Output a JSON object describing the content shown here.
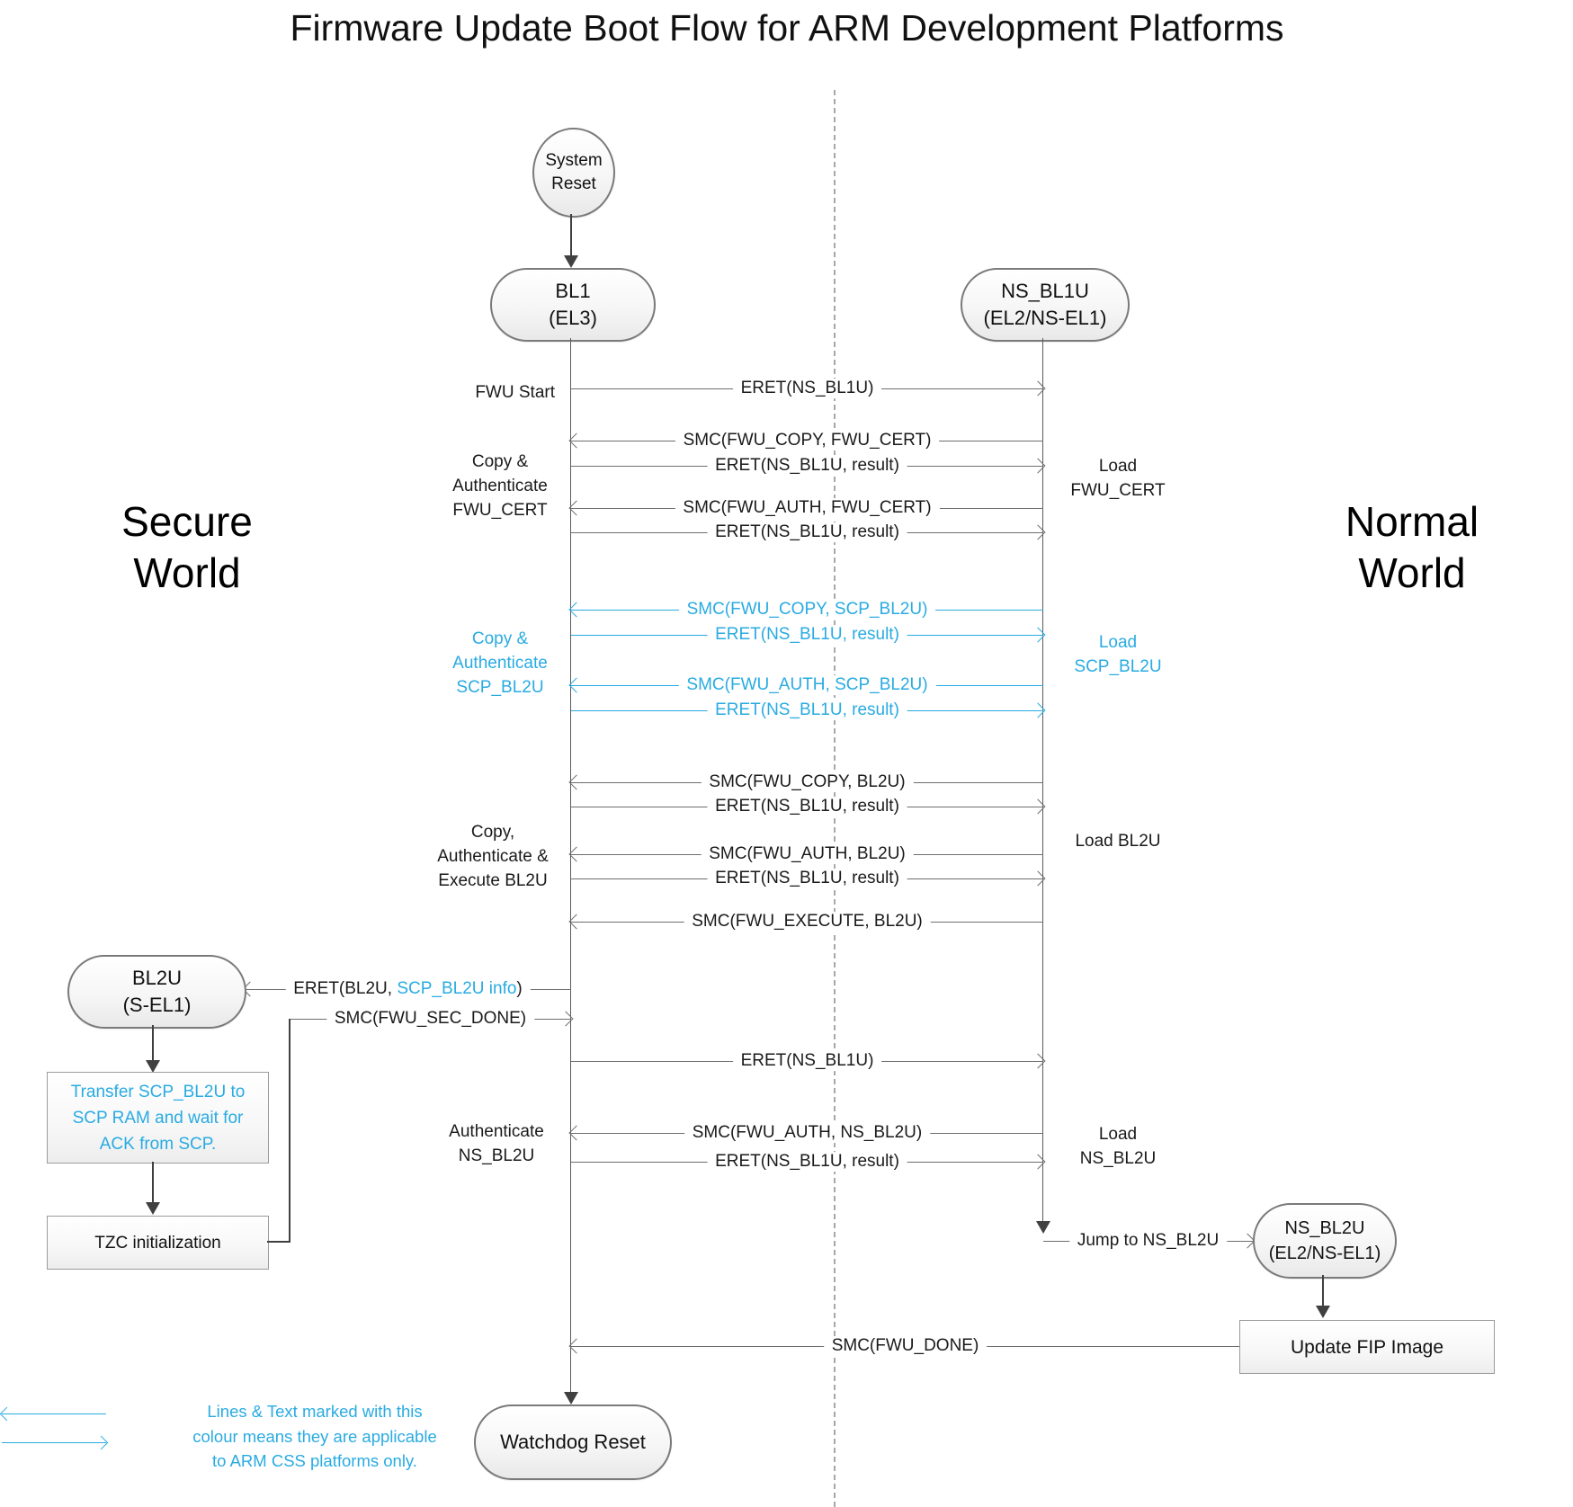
{
  "title": "Firmware Update Boot Flow for ARM Development Platforms",
  "colors": {
    "css_only_blue": "#29ABE2",
    "line_gray": "#6e6e6e",
    "flow_dark": "#404040"
  },
  "worlds": {
    "secure": "Secure\nWorld",
    "normal": "Normal\nWorld"
  },
  "nodes": {
    "system_reset": "System\nReset",
    "bl1": "BL1\n(EL3)",
    "ns_bl1u": "NS_BL1U\n(EL2/NS-EL1)",
    "bl2u": "BL2U\n(S-EL1)",
    "ns_bl2u": "NS_BL2U\n(EL2/NS-EL1)",
    "transfer_scp": "Transfer SCP_BL2U to\nSCP RAM and wait for\nACK from SCP.",
    "tzc_init": "TZC initialization",
    "update_fip": "Update FIP Image",
    "watchdog_reset": "Watchdog Reset"
  },
  "messages": [
    {
      "label": "ERET(NS_BL1U)",
      "direction": "right",
      "css_only": false
    },
    {
      "label": "SMC(FWU_COPY, FWU_CERT)",
      "direction": "left",
      "css_only": false
    },
    {
      "label": "ERET(NS_BL1U, result)",
      "direction": "right",
      "css_only": false
    },
    {
      "label": "SMC(FWU_AUTH, FWU_CERT)",
      "direction": "left",
      "css_only": false
    },
    {
      "label": "ERET(NS_BL1U, result)",
      "direction": "right",
      "css_only": false
    },
    {
      "label": "SMC(FWU_COPY, SCP_BL2U)",
      "direction": "left",
      "css_only": true
    },
    {
      "label": "ERET(NS_BL1U, result)",
      "direction": "right",
      "css_only": true
    },
    {
      "label": "SMC(FWU_AUTH, SCP_BL2U)",
      "direction": "left",
      "css_only": true
    },
    {
      "label": "ERET(NS_BL1U, result)",
      "direction": "right",
      "css_only": true
    },
    {
      "label": "SMC(FWU_COPY, BL2U)",
      "direction": "left",
      "css_only": false
    },
    {
      "label": "ERET(NS_BL1U, result)",
      "direction": "right",
      "css_only": false
    },
    {
      "label": "SMC(FWU_AUTH, BL2U)",
      "direction": "left",
      "css_only": false
    },
    {
      "label": "ERET(NS_BL1U, result)",
      "direction": "right",
      "css_only": false
    },
    {
      "label": "SMC(FWU_EXECUTE, BL2U)",
      "direction": "left",
      "css_only": false
    },
    {
      "pre": "ERET(BL2U, ",
      "highlight": "SCP_BL2U info",
      "post": ")",
      "direction": "left",
      "css_only": false
    },
    {
      "label": "SMC(FWU_SEC_DONE)",
      "direction": "right",
      "css_only": false
    },
    {
      "label": "ERET(NS_BL1U)",
      "direction": "right",
      "css_only": false
    },
    {
      "label": "SMC(FWU_AUTH, NS_BL2U)",
      "direction": "left",
      "css_only": false
    },
    {
      "label": "ERET(NS_BL1U, result)",
      "direction": "right",
      "css_only": false
    },
    {
      "label": "Jump to NS_BL2U",
      "direction": "right",
      "css_only": false
    },
    {
      "label": "SMC(FWU_DONE)",
      "direction": "left",
      "css_only": false
    }
  ],
  "annotations": {
    "fwu_start": "FWU Start",
    "copy_auth_fwu_cert": "Copy &\nAuthenticate\nFWU_CERT",
    "copy_auth_scp_bl2u": "Copy &\nAuthenticate\nSCP_BL2U",
    "copy_auth_exec_bl2u": "Copy,\nAuthenticate &\nExecute BL2U",
    "auth_ns_bl2u": "Authenticate\nNS_BL2U",
    "load_fwu_cert": "Load\nFWU_CERT",
    "load_scp_bl2u": "Load\nSCP_BL2U",
    "load_bl2u": "Load BL2U",
    "load_ns_bl2u": "Load\nNS_BL2U"
  },
  "legend": {
    "note": "Lines & Text marked with this\ncolour means they are applicable\nto ARM CSS platforms only."
  }
}
